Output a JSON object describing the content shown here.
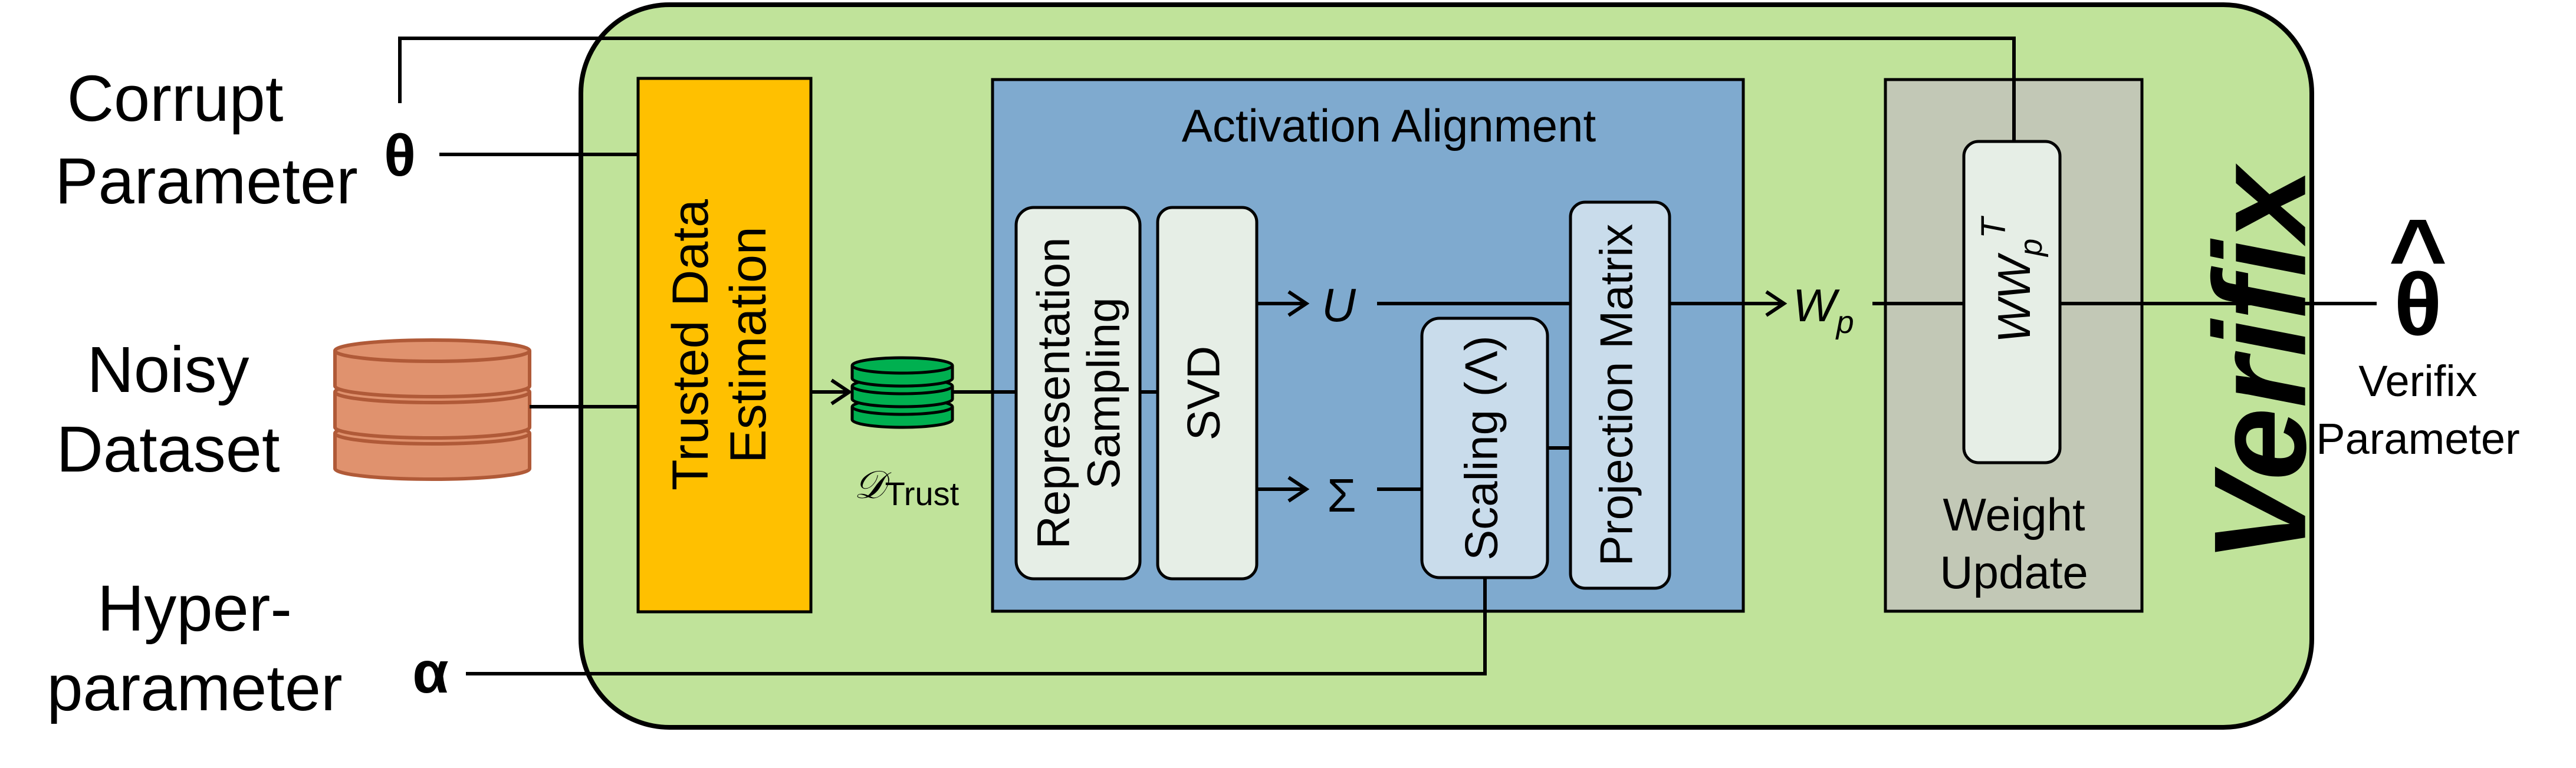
{
  "inputs": {
    "corrupt": {
      "line1": "Corrupt",
      "line2": "Parameter",
      "symbol": "θ"
    },
    "noisy": {
      "line1": "Noisy",
      "line2": "Dataset"
    },
    "hyper": {
      "line1": "Hyper-",
      "line2": "parameter",
      "symbol": "α"
    }
  },
  "verifix_box": {
    "title": "Verifix",
    "color": "#c0e39a"
  },
  "trusted_block": {
    "line1": "Trusted Data",
    "line2": "Estimation",
    "color": "#ffc000"
  },
  "trust_set": {
    "script": "𝒟",
    "subscript": "Trust",
    "color": "#00b050"
  },
  "activation": {
    "title": "Activation Alignment",
    "color": "#7faacf",
    "rep_sampling": {
      "line1": "Representation",
      "line2": "Sampling"
    },
    "svd": "SVD",
    "u_symbol": "U",
    "sigma_symbol": "Σ",
    "scaling": "Scaling (Λ)",
    "projection": "Projection Matrix"
  },
  "wp": {
    "symbol": "W",
    "subscript": "p"
  },
  "weight_update": {
    "formula": {
      "base": "WW",
      "sub": "p",
      "sup": "T"
    },
    "line1": "Weight",
    "line2": "Update",
    "color": "#c2c8b6"
  },
  "output": {
    "symbol": "θ",
    "hat": "^",
    "line1": "Verifix",
    "line2": "Parameter"
  }
}
